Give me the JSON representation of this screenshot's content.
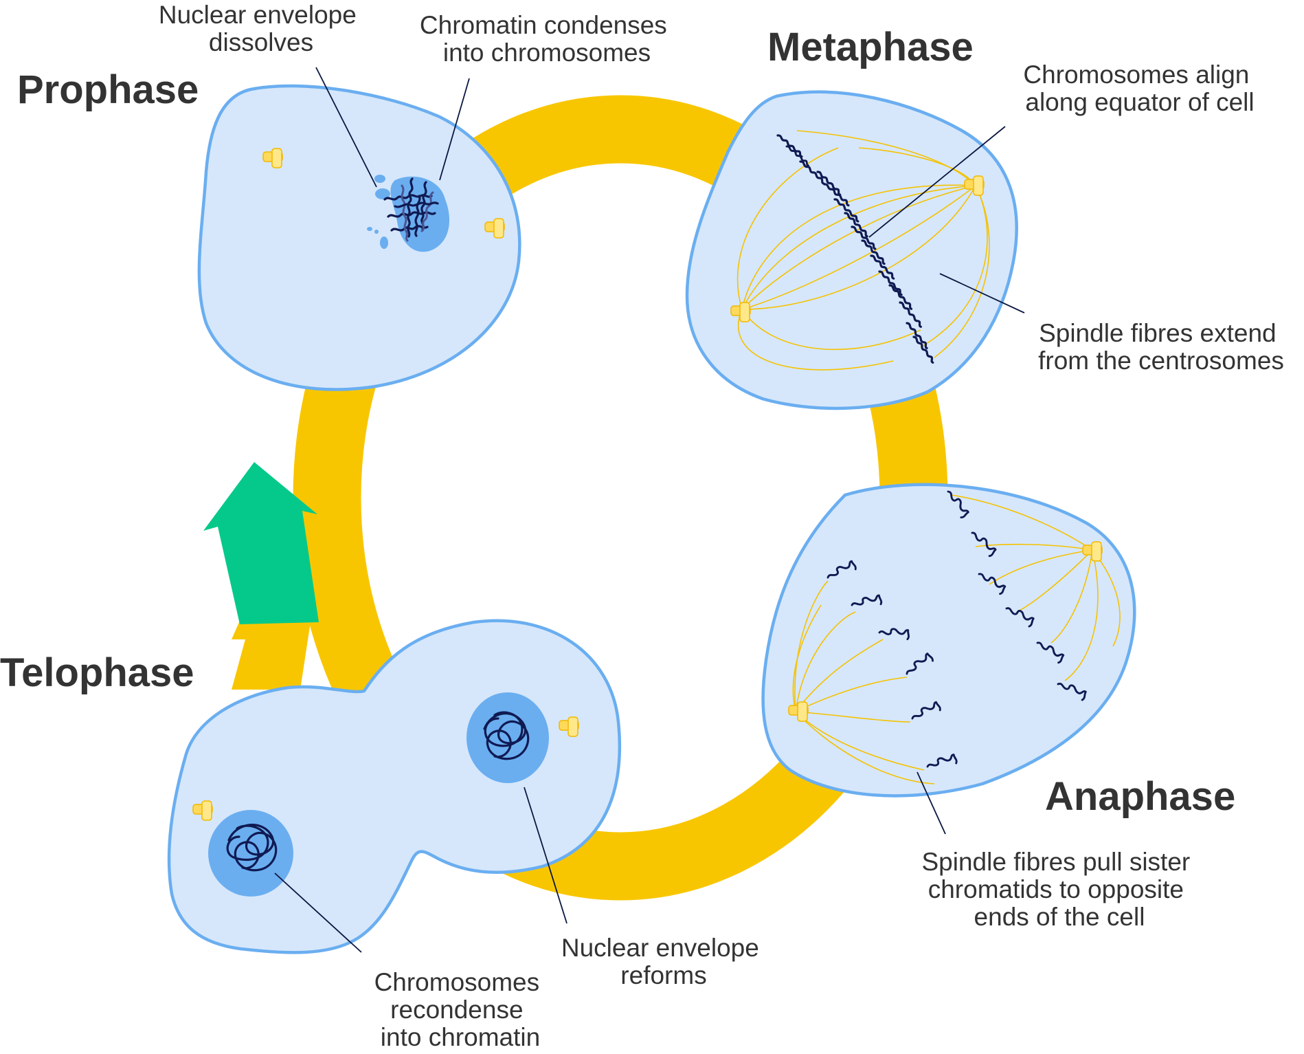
{
  "colors": {
    "cycle_ring": "#f8c600",
    "arrow_green": "#05c98a",
    "cell_fill": "#d6e7fb",
    "cell_outline": "#6aaef0",
    "nucleus": "#6aaef0",
    "chromosome": "#101a52",
    "spindle_fibre": "#f5c200",
    "centrosome": "#ffd95a",
    "text": "#333333"
  },
  "stages": {
    "prophase": {
      "title": "Prophase",
      "notes": {
        "envelope": [
          "Nuclear envelope",
          "dissolves"
        ],
        "chromatin": [
          "Chromatin condenses",
          "into chromosomes"
        ]
      }
    },
    "metaphase": {
      "title": "Metaphase",
      "notes": {
        "align": [
          "Chromosomes align",
          "along equator of cell"
        ],
        "spindle": [
          "Spindle fibres extend",
          "from the centrosomes"
        ]
      }
    },
    "anaphase": {
      "title": "Anaphase",
      "notes": {
        "pull": [
          "Spindle fibres pull sister",
          "chromatids to opposite",
          "ends of the cell"
        ]
      }
    },
    "telophase": {
      "title": "Telophase",
      "notes": {
        "recondense": [
          "Chromosomes",
          "recondense",
          "into chromatin"
        ],
        "reform": [
          "Nuclear envelope",
          "reforms"
        ]
      }
    }
  },
  "icons": [
    "centrosome-icon",
    "chromosome-icon",
    "cycle-arrow-icon"
  ]
}
